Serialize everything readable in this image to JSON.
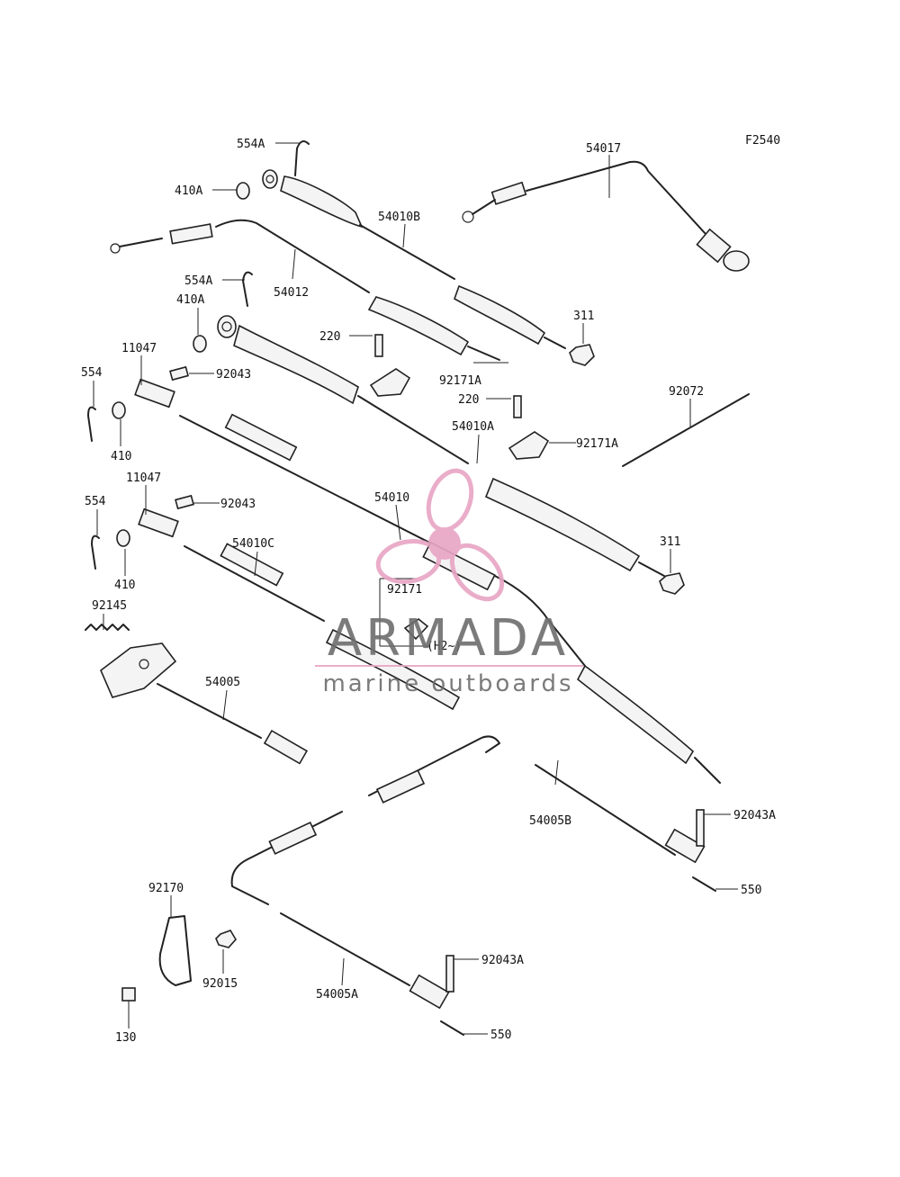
{
  "figure_code": "F2540",
  "callouts": [
    {
      "id": "554A-top",
      "text": "554A"
    },
    {
      "id": "410A-top",
      "text": "410A"
    },
    {
      "id": "54010B",
      "text": "54010B"
    },
    {
      "id": "54017",
      "text": "54017"
    },
    {
      "id": "54012",
      "text": "54012"
    },
    {
      "id": "554A-mid",
      "text": "554A"
    },
    {
      "id": "410A-mid",
      "text": "410A"
    },
    {
      "id": "311-top",
      "text": "311"
    },
    {
      "id": "220-top",
      "text": "220"
    },
    {
      "id": "11047-top",
      "text": "11047"
    },
    {
      "id": "92043-top",
      "text": "92043"
    },
    {
      "id": "554-top",
      "text": "554"
    },
    {
      "id": "410-top",
      "text": "410"
    },
    {
      "id": "92171A-top",
      "text": "92171A"
    },
    {
      "id": "220-mid",
      "text": "220"
    },
    {
      "id": "92072",
      "text": "92072"
    },
    {
      "id": "54010A",
      "text": "54010A"
    },
    {
      "id": "92171A-mid",
      "text": "92171A"
    },
    {
      "id": "11047-mid",
      "text": "11047"
    },
    {
      "id": "92043-mid",
      "text": "92043"
    },
    {
      "id": "54010",
      "text": "54010"
    },
    {
      "id": "554-mid",
      "text": "554"
    },
    {
      "id": "410-mid",
      "text": "410"
    },
    {
      "id": "54010C",
      "text": "54010C"
    },
    {
      "id": "311-mid",
      "text": "311"
    },
    {
      "id": "92171",
      "text": "92171"
    },
    {
      "id": "92145",
      "text": "92145"
    },
    {
      "id": "H2-note",
      "text": "(H2~)"
    },
    {
      "id": "54005",
      "text": "54005"
    },
    {
      "id": "92043A-top",
      "text": "92043A"
    },
    {
      "id": "54005B",
      "text": "54005B"
    },
    {
      "id": "550-top",
      "text": "550"
    },
    {
      "id": "92170",
      "text": "92170"
    },
    {
      "id": "92015",
      "text": "92015"
    },
    {
      "id": "92043A-bot",
      "text": "92043A"
    },
    {
      "id": "54005A",
      "text": "54005A"
    },
    {
      "id": "130",
      "text": "130"
    },
    {
      "id": "550-bot",
      "text": "550"
    }
  ],
  "watermark": {
    "brand": "ARMADA",
    "tagline": "marine outboards",
    "accent_color": "#e8a5c4",
    "text_color": "#6d6d6d"
  }
}
